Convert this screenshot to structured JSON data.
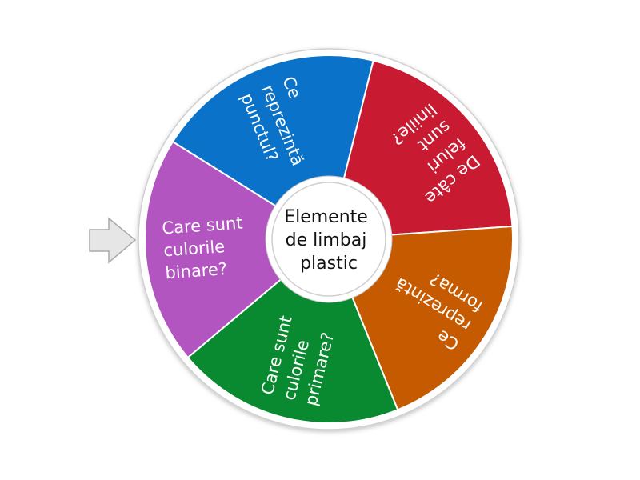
{
  "wheel": {
    "center_label": [
      "Elemente",
      "de limbaj",
      "plastic"
    ],
    "segments": [
      {
        "lines": [
          "Ce",
          "reprezintă",
          "punctul?"
        ],
        "color": "#0a72c8"
      },
      {
        "lines": [
          "De câte",
          "feluri",
          "sunt",
          "liniile?"
        ],
        "color": "#c81b32"
      },
      {
        "lines": [
          "Ce",
          "reprezintă",
          "forma?"
        ],
        "color": "#c55a00"
      },
      {
        "lines": [
          "Care sunt",
          "culorile",
          "primare?"
        ],
        "color": "#0a8a30"
      },
      {
        "lines": [
          "Care sunt",
          "culorile",
          "binare?"
        ],
        "color": "#b355c0"
      }
    ]
  },
  "pointer": {
    "icon": "arrow-right-icon",
    "color": "#e6e6e6"
  }
}
